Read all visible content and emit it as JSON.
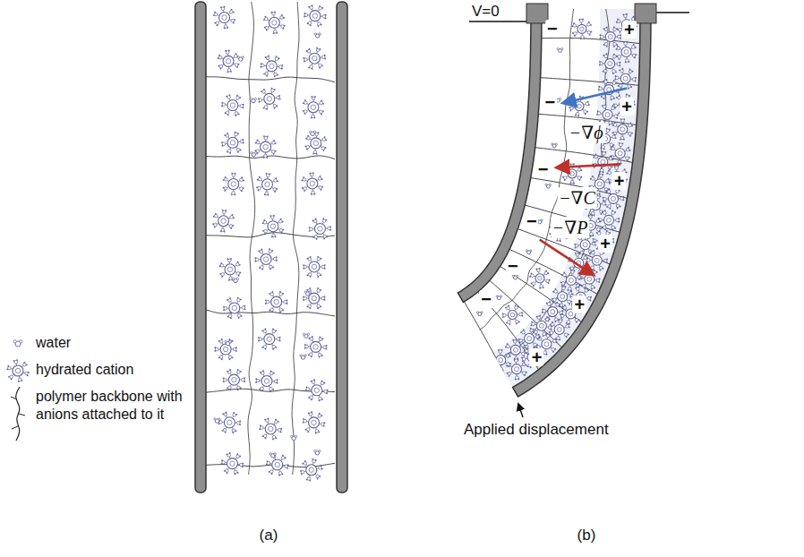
{
  "diagram": {
    "labels": [
      "(a)",
      "(b)",
      "V=0",
      "−∇ϕ",
      "−∇C",
      "−∇P",
      "Applied displacement",
      "−",
      "−",
      "−",
      "−",
      "−",
      "−",
      "+",
      "+",
      "+",
      "+",
      "+",
      "+"
    ],
    "legend": [
      {
        "text": "water"
      },
      {
        "text": "hydrated cation"
      },
      {
        "text": "polymer backbone with anions attached to it"
      }
    ]
  }
}
